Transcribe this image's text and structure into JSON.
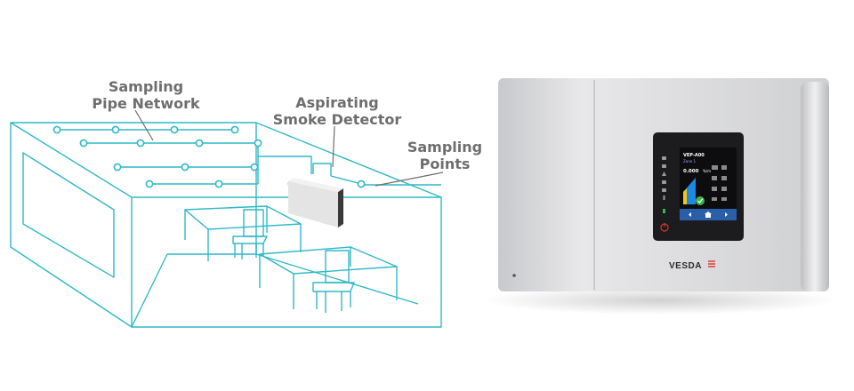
{
  "diagram": {
    "labels": {
      "sampling_pipe_network": "Sampling\nPipe Network",
      "aspirating_smoke_detector": "Aspirating\nSmoke Detector",
      "sampling_points": "Sampling\nPoints"
    }
  },
  "device": {
    "brand": "VESDA",
    "screen": {
      "title": "VEP-A00",
      "subtitle": "Zone 1",
      "reading": "0.000",
      "unit": "%/m"
    }
  },
  "colors": {
    "diagram_line": "#2fb8c8",
    "callout_text": "#6e6e6e",
    "device_body": "#dcdcde",
    "screen_ok": "#3cb44b",
    "screen_accent": "#1e88e5",
    "brand_mark": "#d9342b"
  }
}
